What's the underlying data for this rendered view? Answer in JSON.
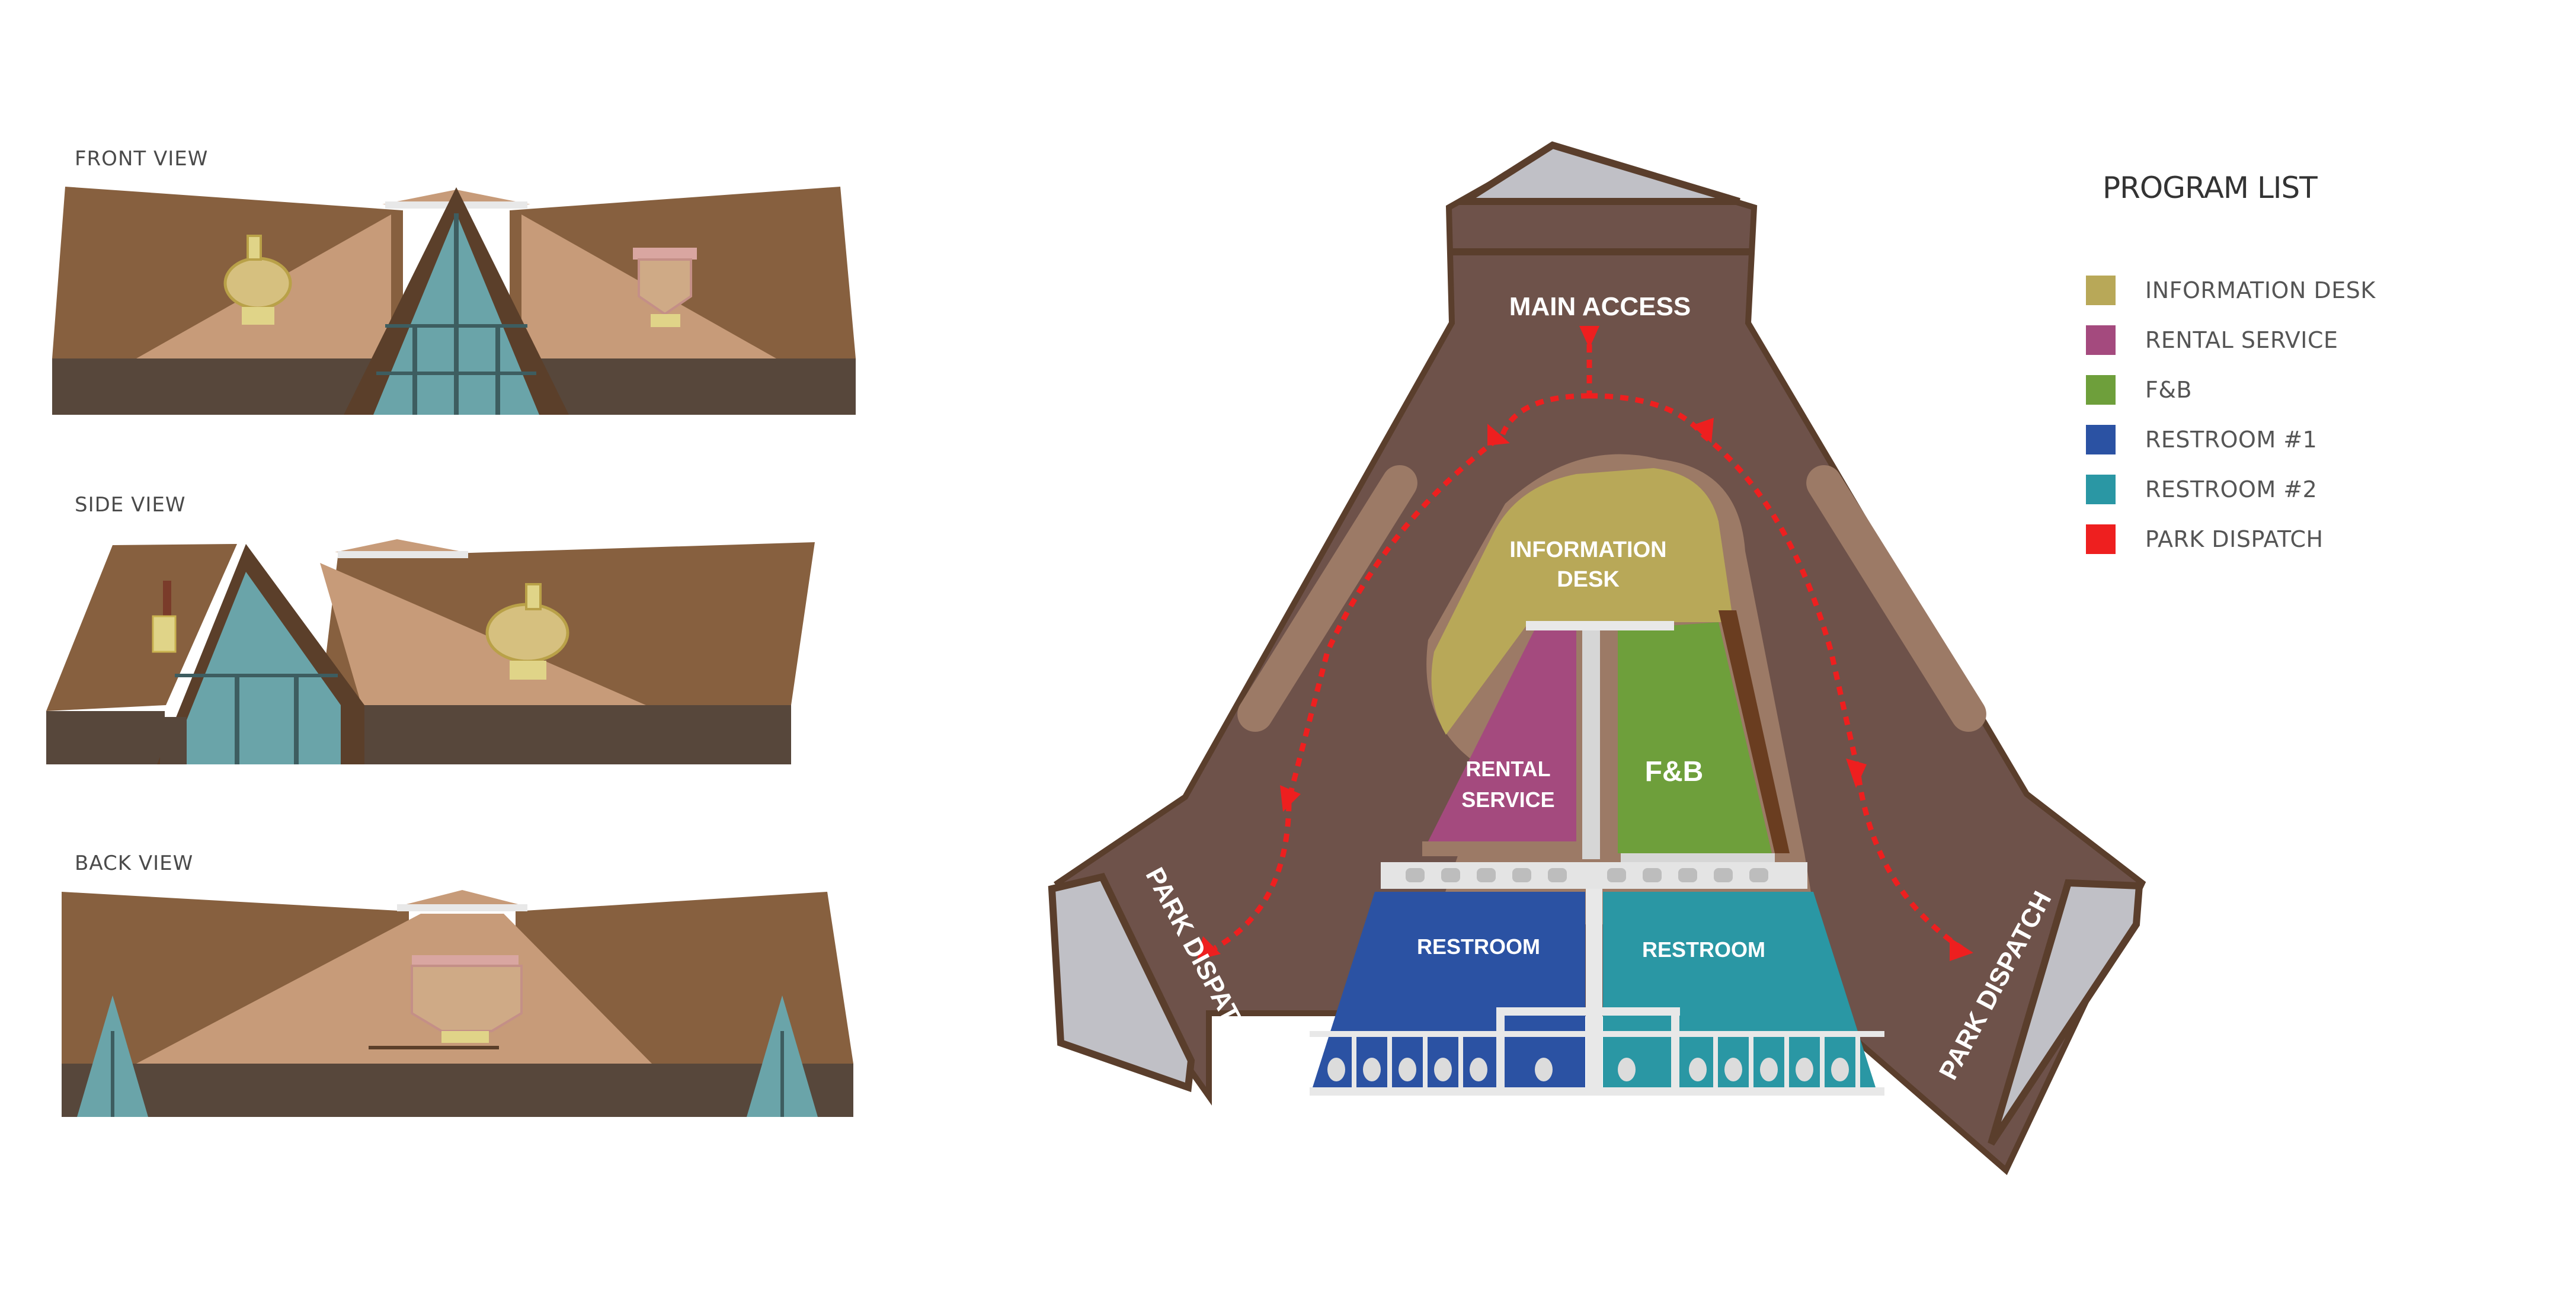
{
  "elevations": {
    "front": {
      "title": "FRONT VIEW"
    },
    "side": {
      "title": "SIDE VIEW"
    },
    "back": {
      "title": "BACK VIEW"
    }
  },
  "plan": {
    "main_access": "MAIN ACCESS",
    "information_desk_line1": "INFORMATION",
    "information_desk_line2": "DESK",
    "rental_service_line1": "RENTAL",
    "rental_service_line2": "SERVICE",
    "fnb": "F&B",
    "restroom_1": "RESTROOM",
    "restroom_2": "RESTROOM",
    "park_dispatch_left": "PARK DISPATCH",
    "park_dispatch_right": "PARK DISPATCH"
  },
  "legend": {
    "title": "PROGRAM LIST",
    "items": [
      {
        "label": "INFORMATION DESK",
        "color": "#b8a858"
      },
      {
        "label": "RENTAL SERVICE",
        "color": "#a44a7e"
      },
      {
        "label": "F&B",
        "color": "#6e9f3b"
      },
      {
        "label": "RESTROOM #1",
        "color": "#2b52a3"
      },
      {
        "label": "RESTROOM #2",
        "color": "#2a97a4"
      },
      {
        "label": "PARK DISPATCH",
        "color": "#ee1f1f"
      }
    ]
  }
}
